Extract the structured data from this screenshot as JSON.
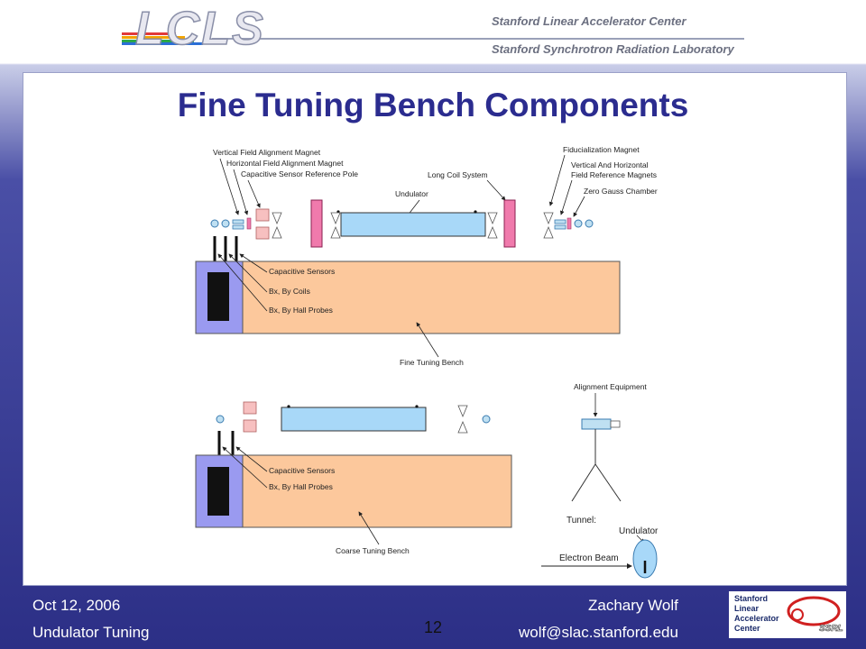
{
  "header": {
    "logo_text": "LCLS",
    "org_line1": "Stanford Linear Accelerator Center",
    "org_line2": "Stanford Synchrotron Radiation Laboratory"
  },
  "slide": {
    "title": "Fine Tuning Bench Components"
  },
  "diagram": {
    "top_labels": {
      "vfam": "Vertical Field Alignment Magnet",
      "hfam": "Horizontal Field Alignment Magnet",
      "csrp": "Capacitive Sensor Reference Pole",
      "lcs": "Long Coil System",
      "undulator": "Undulator",
      "fid": "Fiducialization Magnet",
      "vh1": "Vertical And Horizontal",
      "vh2": "Field Reference Magnets",
      "zgc": "Zero Gauss Chamber",
      "cap": "Capacitive Sensors",
      "coils": "Bx, By Coils",
      "hall": "Bx, By Hall Probes",
      "bench": "Fine Tuning Bench"
    },
    "bottom_labels": {
      "cap": "Capacitive Sensors",
      "hall": "Bx, By Hall Probes",
      "bench": "Coarse Tuning Bench"
    },
    "legend": {
      "align": "Alignment Equipment",
      "tunnel": "Tunnel:",
      "und": "Undulator",
      "beam": "Electron Beam"
    },
    "colors": {
      "undulator": "#a8d8f8",
      "bench": "#fcc89c",
      "bench_end": "#9a9af0",
      "coil_pole": "#f07aac",
      "magnet": "#f7c0c0"
    }
  },
  "footer": {
    "date": "Oct 12, 2006",
    "topic": "Undulator Tuning",
    "author": "Zachary Wolf",
    "email": "wolf@slac.stanford.edu",
    "page": "12",
    "logo_letters": [
      "Stanford",
      "Linear",
      "Accelerator",
      "Center"
    ],
    "logo_tag": "SSRL"
  }
}
